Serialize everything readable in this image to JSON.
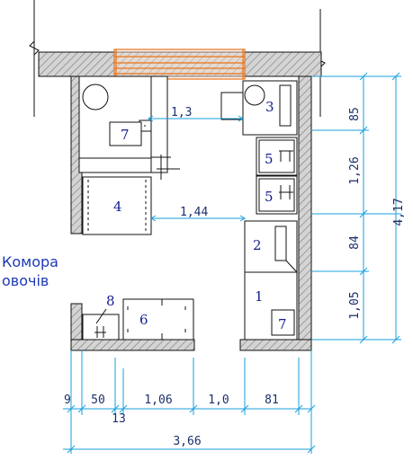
{
  "label": {
    "line1": "Комора",
    "line2": "овочів"
  },
  "fixtures": {
    "n1": "1",
    "n2": "2",
    "n3": "3",
    "n4": "4",
    "n5a": "5",
    "n5b": "5",
    "n6": "6",
    "n7a": "7",
    "n7b": "7",
    "n8": "8"
  },
  "interior_dims": {
    "a": "1,3",
    "b": "1,44"
  },
  "right_dims": {
    "d1": "85",
    "d2": "1,26",
    "d3": "84",
    "d4": "1,05",
    "total": "4,17"
  },
  "bottom_dims": {
    "d1": "9",
    "d2": "50",
    "d3": "13",
    "d4": "1,06",
    "d5": "1,0",
    "d6": "81",
    "total": "3,66"
  },
  "colors": {
    "wall_fill": "#cfcfcf",
    "line": "#111111",
    "dim_line": "#1a9fdc",
    "window": "#e8731c",
    "text_blue": "#1d39b8"
  }
}
